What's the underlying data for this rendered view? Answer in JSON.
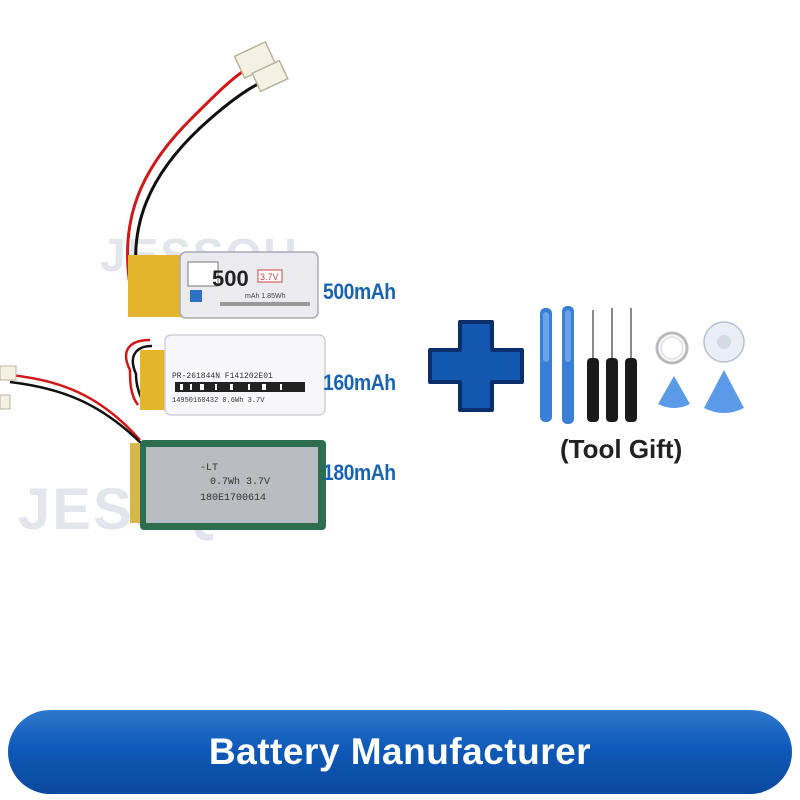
{
  "watermark": {
    "top": "JESSQU",
    "bottom": "JESSQUE"
  },
  "batteries": [
    {
      "capacity_label": "500mAh",
      "print_big": "500",
      "print_small": "3.7V",
      "print_line": "mAh 1.85Wh"
    },
    {
      "capacity_label": "160mAh",
      "print_line1": "PR-261844N F141202E01",
      "print_line2": "14950160432 0.6Wh 3.7V"
    },
    {
      "capacity_label": "180mAh",
      "print_line1": "-LT",
      "print_line2": "0.7Wh 3.7V",
      "print_line3": "180E1700614"
    }
  ],
  "tools": {
    "caption": "(Tool Gift)"
  },
  "banner": {
    "text": "Battery Manufacturer"
  },
  "colors": {
    "label_blue": "#1a63b0",
    "plus_blue": "#1257b0",
    "banner_blue": "#0f5ab8",
    "tool_blue": "#3a7fd6"
  }
}
